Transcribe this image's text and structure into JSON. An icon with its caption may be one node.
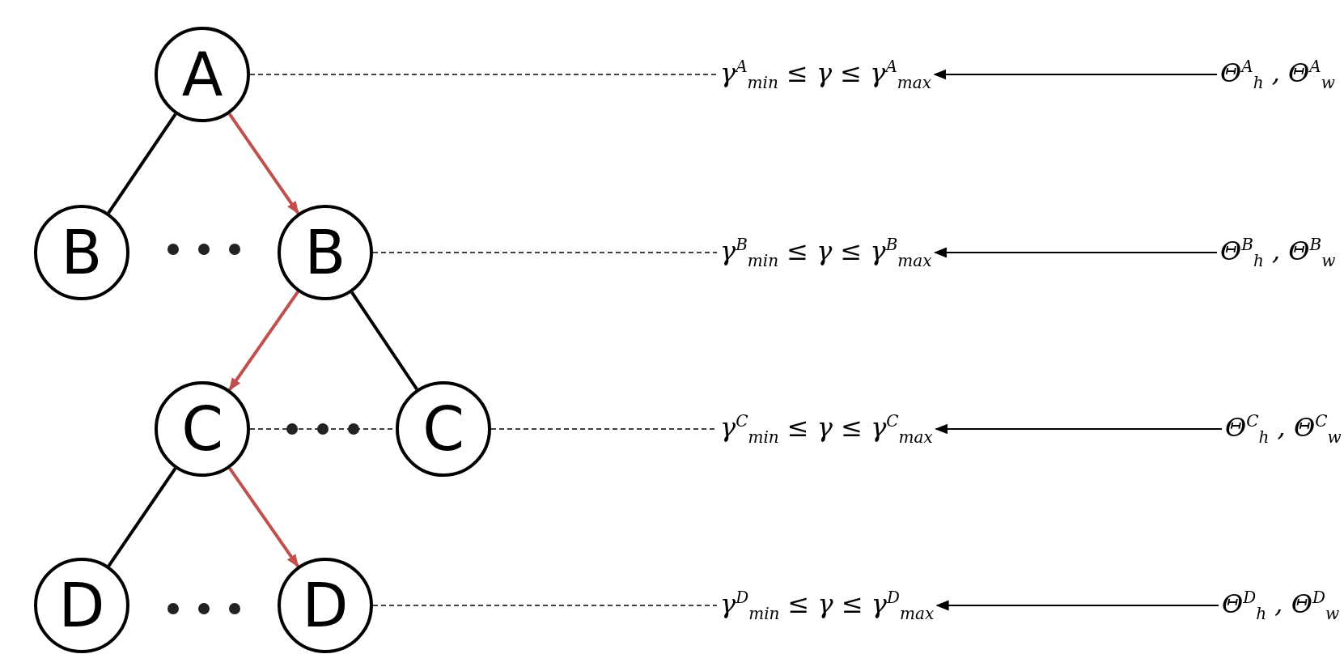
{
  "diagram": {
    "nodes": [
      {
        "text": [
          "A"
        ]
      },
      {
        "text": [
          "B"
        ]
      },
      {
        "text": [
          "B"
        ]
      },
      {
        "text": [
          "C"
        ]
      },
      {
        "text": [
          "C"
        ]
      },
      {
        "text": [
          "D"
        ]
      },
      {
        "text": [
          "D"
        ]
      },
      {
        "text": [
          "γ$^{A}$$_{min}$ ≤ γ ≤ γ$^{A}$$_{max}$"
        ]
      },
      {
        "text": [
          "Θ$^{A}$$_{h}$ , Θ$^{A}$$_{w}$"
        ]
      },
      {
        "text": [
          "γ$^{B}$$_{min}$ ≤ γ ≤ γ$^{B}$$_{max}$"
        ]
      },
      {
        "text": [
          "Θ$^{B}$$_{h}$ , Θ$^{B}$$_{w}$"
        ]
      },
      {
        "text": [
          "γ$^{C}$$_{min}$ ≤ γ ≤ γ$^{C}$$_{max}$"
        ]
      },
      {
        "text": [
          "Θ$^{C}$$_{h}$ , Θ$^{C}$$_{w}$"
        ]
      },
      {
        "text": [
          "γ$^{D}$$_{min}$ ≤ γ ≤ γ$^{D}$$_{max}$"
        ]
      },
      {
        "text": [
          "Θ$^{D}$$_{h}$ , Θ$^{D}$$_{w}$"
        ]
      }
    ],
    "edges": [
      {
        "from": 0,
        "to": 1,
        "arrow": "none"
      },
      {
        "from": 0,
        "to": 2,
        "arrow": "to",
        "color": "#c0504d"
      },
      {
        "from": 2,
        "to": 3,
        "arrow": "to",
        "color": "#c0504d"
      },
      {
        "from": 2,
        "to": 4,
        "arrow": "none"
      },
      {
        "from": 3,
        "to": 5,
        "arrow": "none"
      },
      {
        "from": 3,
        "to": 6,
        "arrow": "to",
        "color": "#c0504d"
      },
      {
        "from": 0,
        "to": 7,
        "arrow": "none",
        "style": "dashed"
      },
      {
        "from": 2,
        "to": 9,
        "arrow": "none",
        "style": "dashed"
      },
      {
        "from": 3,
        "to": 4,
        "arrow": "none",
        "style": "dashed"
      },
      {
        "from": 4,
        "to": 11,
        "arrow": "none",
        "style": "dashed"
      },
      {
        "from": 6,
        "to": 13,
        "arrow": "none",
        "style": "dashed"
      },
      {
        "from": 8,
        "to": 7,
        "arrow": "to"
      },
      {
        "from": 10,
        "to": 9,
        "arrow": "to"
      },
      {
        "from": 12,
        "to": 11,
        "arrow": "to"
      },
      {
        "from": 14,
        "to": 13,
        "arrow": "to"
      }
    ]
  }
}
